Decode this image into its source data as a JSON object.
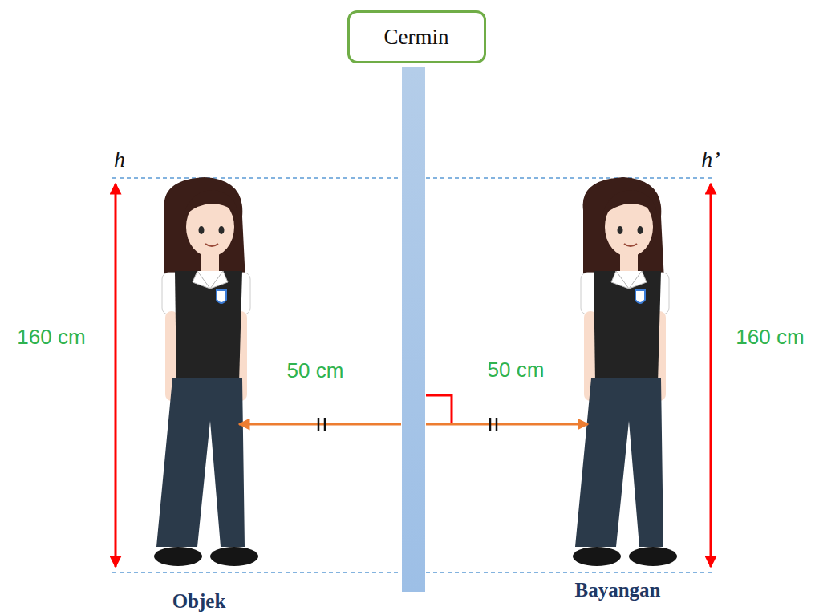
{
  "diagram": {
    "nodes": [
      {
        "text": [
          "Cermin"
        ]
      }
    ],
    "labels": [
      "h",
      "h’",
      "160 cm",
      "160 cm",
      "50 cm",
      "50 cm",
      "Objek",
      "Bayangan"
    ]
  }
}
